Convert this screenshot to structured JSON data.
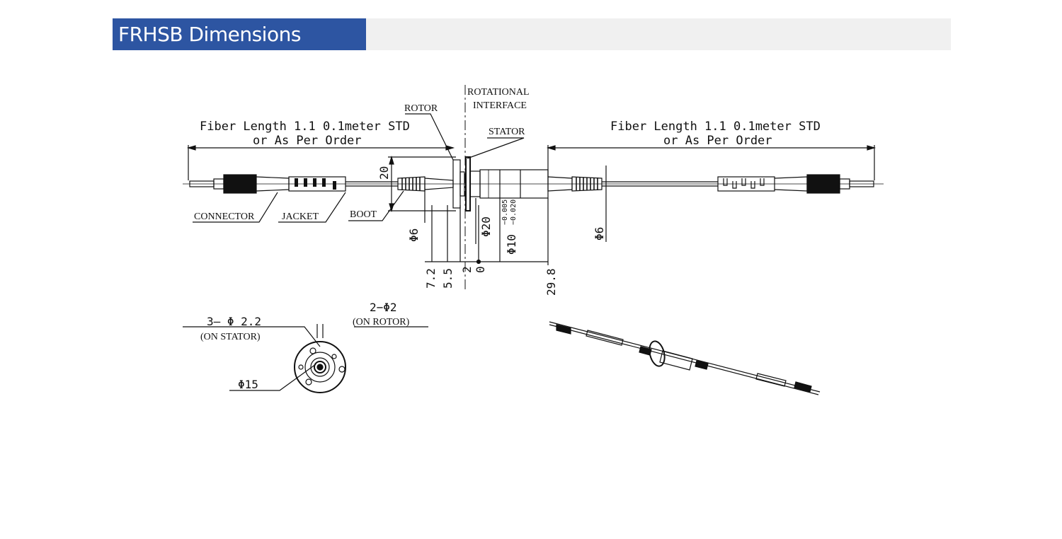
{
  "header": {
    "title": "FRHSB Dimensions"
  },
  "labels": {
    "rotor": "ROTOR",
    "rotational_1": "ROTATIONAL",
    "rotational_2": "INTERFACE",
    "stator": "STATOR",
    "fiber_left_1": "Fiber Length 1.1 0.1meter STD",
    "fiber_left_2": "or As Per Order",
    "fiber_right_1": "Fiber Length 1.1 0.1meter STD",
    "fiber_right_2": "or As Per Order",
    "connector": "CONNECTOR",
    "jacket": "JACKET",
    "boot": "BOOT"
  },
  "dimensions": {
    "d20_vertical": "20",
    "phi6_left": "Φ6",
    "phi20": "Φ20",
    "phi10": "Φ10",
    "tol_upper": "−0.005",
    "tol_lower": "−0.020",
    "phi6_right": "Φ6",
    "d7_2": "7.2",
    "d5_5": "5.5",
    "d2": "2",
    "d0": "0",
    "d29_8": "29.8"
  },
  "end_view": {
    "holes_stator_1": "3— Φ 2.2",
    "holes_stator_2": "(ON STATOR)",
    "holes_rotor_1": "2−Φ2",
    "holes_rotor_2": "(ON ROTOR)",
    "diameter": "Φ15"
  },
  "colors": {
    "header_blue": "#2d55a2",
    "header_grey": "#f0f0f0",
    "line": "#111111"
  }
}
